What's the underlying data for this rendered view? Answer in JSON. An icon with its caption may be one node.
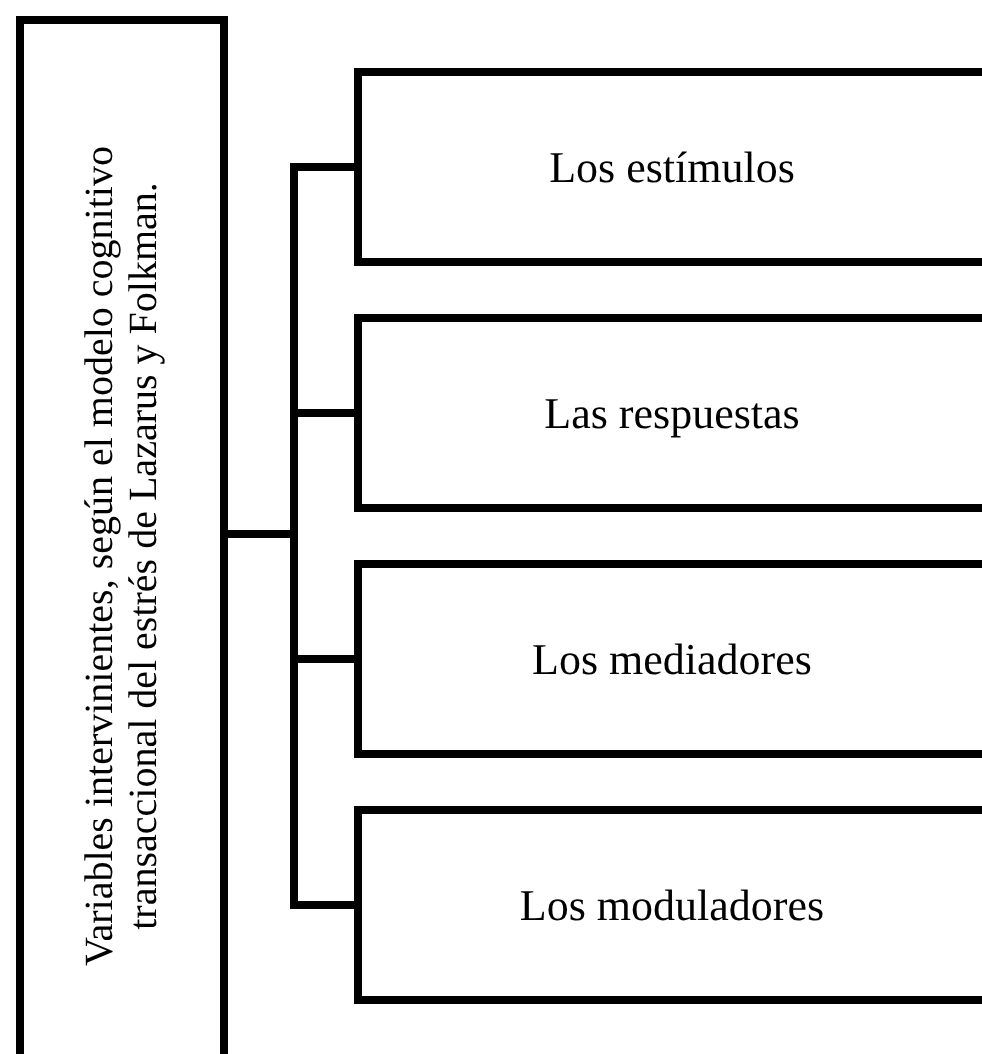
{
  "diagram": {
    "nodes": [
      {
        "text": [
          "Variables intervinientes, según el modelo cognitivo transaccional del estrés de Lazarus y Folkman."
        ]
      },
      {
        "text": [
          "Los estímulos"
        ]
      },
      {
        "text": [
          "Las respuestas"
        ]
      },
      {
        "text": [
          "Los mediadores"
        ]
      },
      {
        "text": [
          "Los moduladores"
        ]
      }
    ],
    "edges": [
      {
        "from": 0,
        "to": 1,
        "arrow": "none"
      },
      {
        "from": 0,
        "to": 2,
        "arrow": "none"
      },
      {
        "from": 0,
        "to": 3,
        "arrow": "none"
      },
      {
        "from": 0,
        "to": 4,
        "arrow": "none"
      }
    ]
  }
}
